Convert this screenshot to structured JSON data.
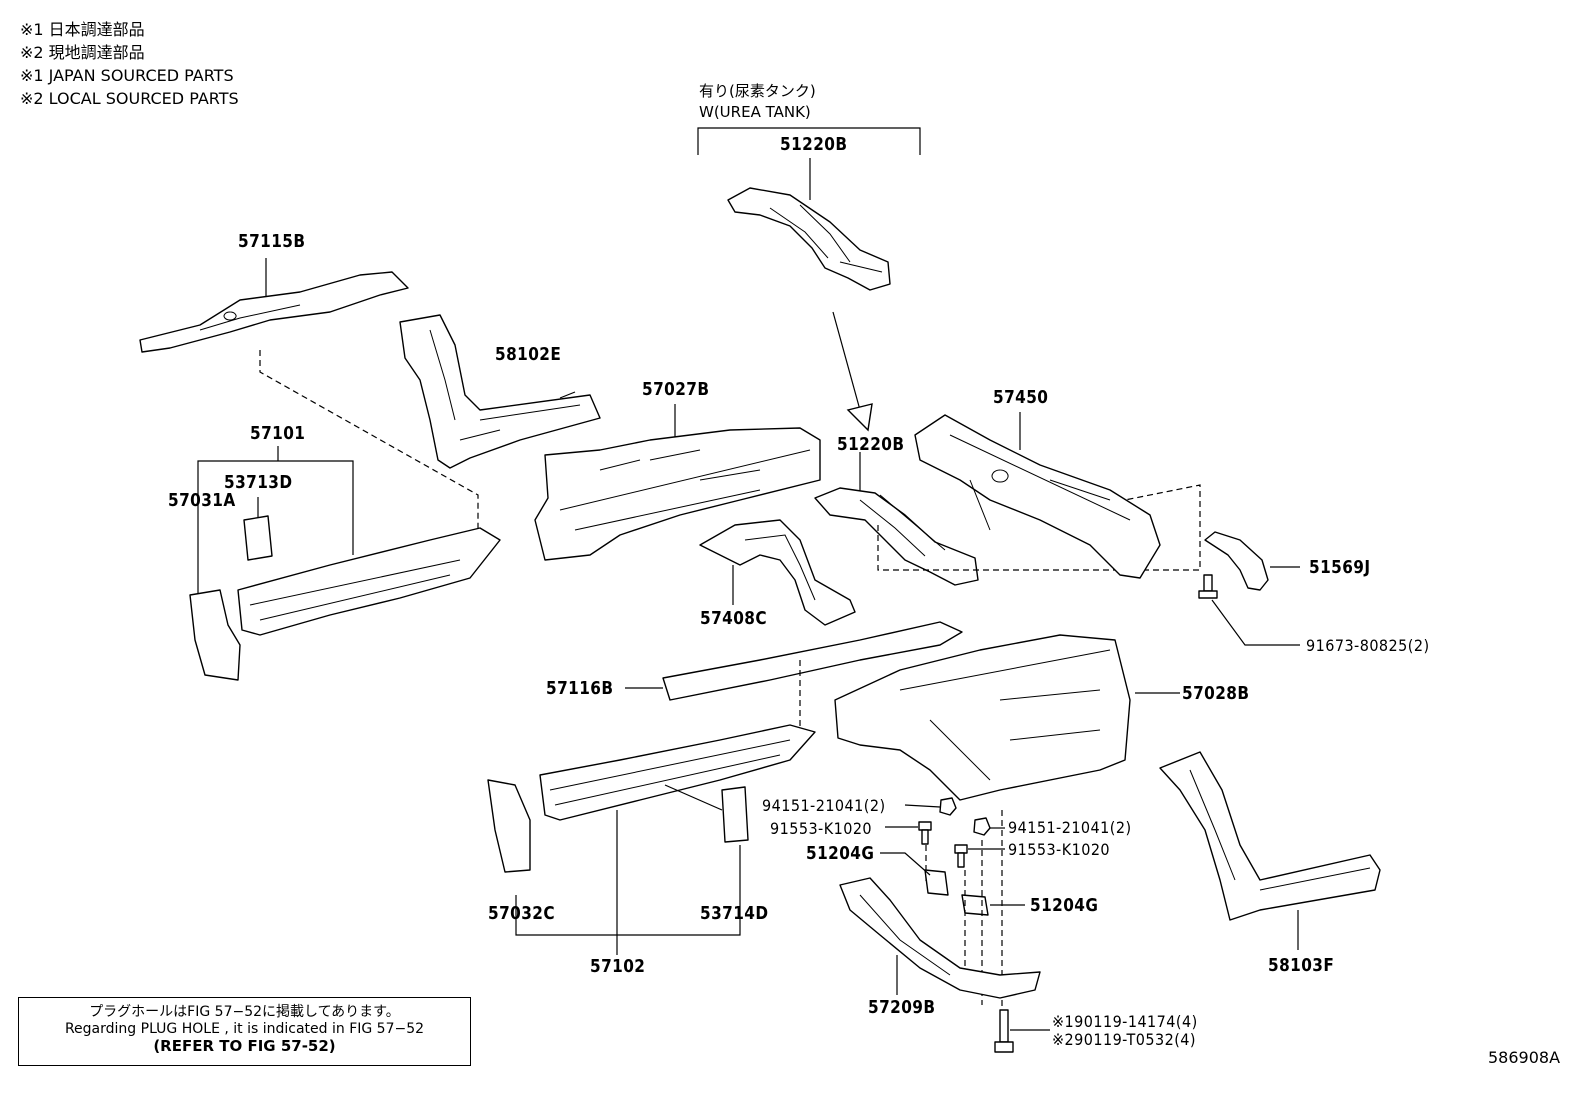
{
  "notes": [
    "※1 日本調達部品",
    "※2 現地調達部品",
    "※1 JAPAN SOURCED PARTS",
    "※2 LOCAL SOURCED PARTS"
  ],
  "urea_header": {
    "jp": "有り(尿素タンク)",
    "en": "W(UREA TANK)"
  },
  "labels": {
    "p51220B_top": "51220B",
    "p57115B": "57115B",
    "p58102E": "58102E",
    "p57027B": "57027B",
    "p57450": "57450",
    "p51220B_mid": "51220B",
    "p57101": "57101",
    "p53713D": "53713D",
    "p57031A": "57031A",
    "p51569J": "51569J",
    "p57408C": "57408C",
    "p91673": "91673-80825(2)",
    "p57116B": "57116B",
    "p57028B": "57028B",
    "p94151_l": "94151-21041(2)",
    "p91553_l": "91553-K1020",
    "p51204G_l": "51204G",
    "p94151_r": "94151-21041(2)",
    "p91553_r": "91553-K1020",
    "p51204G_r": "51204G",
    "p57032C": "57032C",
    "p53714D": "53714D",
    "p57102": "57102",
    "p57209B": "57209B",
    "p58103F": "58103F",
    "p90119_1": "※190119-14174(4)",
    "p90119_2": "※290119-T0532(4)"
  },
  "reference": {
    "jp": "プラグホールはFIG 57−52に掲載してあります。",
    "en": "Regarding  PLUG  HOLE , it is indicated in FIG  57−52",
    "refer": "(REFER TO FIG 57-52)"
  },
  "figure_id": "586908A"
}
